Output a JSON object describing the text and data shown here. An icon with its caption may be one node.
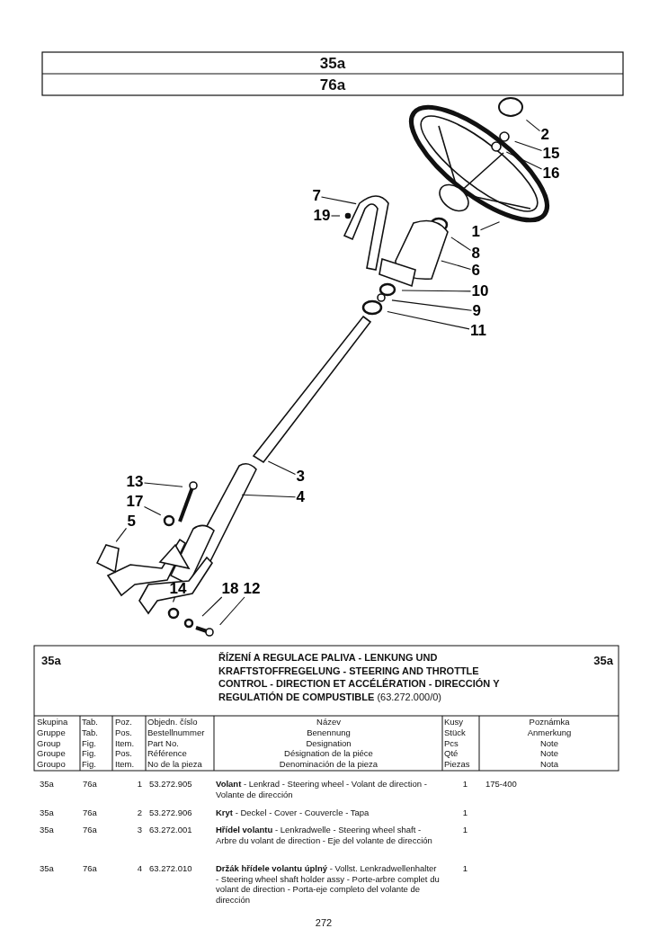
{
  "diagram": {
    "nodes": [
      {
        "text": [
          "2"
        ]
      },
      {
        "text": [
          "15"
        ]
      },
      {
        "text": [
          "16"
        ]
      },
      {
        "text": [
          "7"
        ]
      },
      {
        "text": [
          "19"
        ]
      },
      {
        "text": [
          "1"
        ]
      },
      {
        "text": [
          "8"
        ]
      },
      {
        "text": [
          "6"
        ]
      },
      {
        "text": [
          "10"
        ]
      },
      {
        "text": [
          "9"
        ]
      },
      {
        "text": [
          "11"
        ]
      },
      {
        "text": [
          "3"
        ]
      },
      {
        "text": [
          "13"
        ]
      },
      {
        "text": [
          "4"
        ]
      },
      {
        "text": [
          "17"
        ]
      },
      {
        "text": [
          "5"
        ]
      },
      {
        "text": [
          "14"
        ]
      },
      {
        "text": [
          "18"
        ]
      },
      {
        "text": [
          "12"
        ]
      }
    ],
    "edges": [
      {
        "from": 0,
        "to": null,
        "arrow": "none"
      },
      {
        "from": 1,
        "to": null,
        "arrow": "none"
      },
      {
        "from": 2,
        "to": null,
        "arrow": "none"
      },
      {
        "from": 3,
        "to": null,
        "arrow": "none"
      },
      {
        "from": 4,
        "to": null,
        "arrow": "none"
      },
      {
        "from": 5,
        "to": null,
        "arrow": "none"
      },
      {
        "from": 6,
        "to": null,
        "arrow": "none"
      },
      {
        "from": 7,
        "to": null,
        "arrow": "none"
      },
      {
        "from": 8,
        "to": null,
        "arrow": "none"
      },
      {
        "from": 9,
        "to": null,
        "arrow": "none"
      },
      {
        "from": 10,
        "to": null,
        "arrow": "none"
      },
      {
        "from": 11,
        "to": null,
        "arrow": "none"
      },
      {
        "from": 12,
        "to": null,
        "arrow": "none"
      },
      {
        "from": 13,
        "to": null,
        "arrow": "none"
      },
      {
        "from": 14,
        "to": null,
        "arrow": "none"
      },
      {
        "from": 15,
        "to": null,
        "arrow": "none"
      },
      {
        "from": 16,
        "to": null,
        "arrow": "none"
      },
      {
        "from": 17,
        "to": null,
        "arrow": "none"
      },
      {
        "from": 18,
        "to": null,
        "arrow": "none"
      }
    ],
    "labels": [
      "35a",
      "76a",
      "35a",
      "**ŘÍZENÍ A REGULACE PALIVA - LENKUNG UND KRAFTSTOFFREGELUNG - STEERING AND THROTTLE CONTROL - DIRECTION ET ACCÉLÉRATION - DIRECCIÓN Y REGULATIÓN DE COMPUSTIBLE** (63.272.000/0)",
      "35a",
      "Skupina",
      "Tab.",
      "Poz.",
      "Objedn. číslo",
      "Název",
      "Kusy",
      "Poznámka",
      "Gruppe",
      "Tab.",
      "Pos.",
      "Bestellnummer",
      "Benennung",
      "Stück",
      "Anmerkung",
      "Group",
      "Fig.",
      "Item.",
      "Part No.",
      "Designation",
      "Pcs",
      "Note",
      "Groupe",
      "Fig.",
      "Pos.",
      "Référence",
      "Désignation de la piéce",
      "Qté",
      "Note",
      "Groupo",
      "Fig.",
      "Item.",
      "No de la pieza",
      "Denominación de la pieza",
      "Piezas",
      "Nota",
      "35a",
      "76a",
      "1",
      "53.272.905",
      "**Volant** - Lenkrad - Steering wheel - Volant de direction - Volante de dirección",
      "1",
      "175-400",
      "35a",
      "76a",
      "2",
      "53.272.906",
      "**Kryt** - Deckel - Cover - Couvercle - Tapa",
      "1",
      "35a",
      "76a",
      "3",
      "63.272.001",
      "**Hřídel volantu** - Lenkradwelle - Steering wheel shaft - Arbre du volant de direction - Eje del volante de dirección",
      "1",
      "35a",
      "76a",
      "4",
      "63.272.010",
      "**Držák hřídele volantu úplný** - Vollst. Lenkradwellenhalter - Steering wheel shaft holder assy - Porte-arbre complet du volant de direction - Porta-eje completo del volante de dirección",
      "1",
      "272"
    ]
  }
}
